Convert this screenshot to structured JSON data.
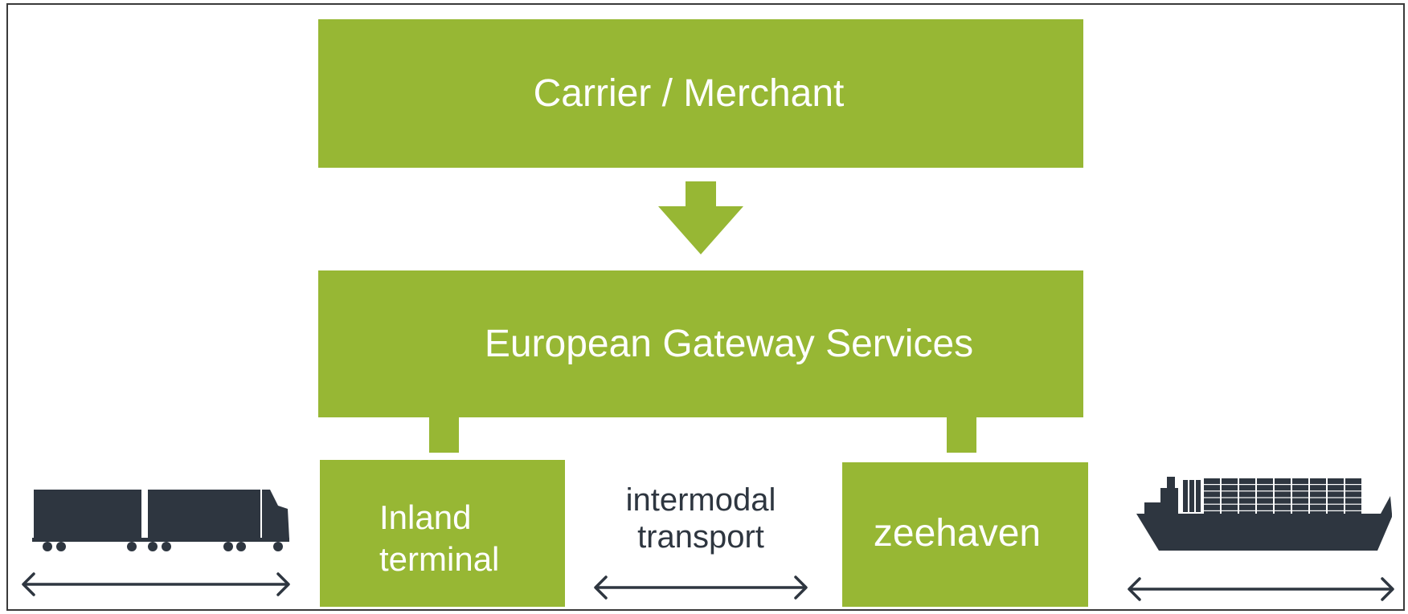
{
  "diagram": {
    "top_box": {
      "label": "Carrier / Merchant"
    },
    "middle_box": {
      "label": "European Gateway Services"
    },
    "inland_box": {
      "label_line1": "Inland",
      "label_line2": "terminal"
    },
    "middle_link": {
      "label_line1": "intermodal",
      "label_line2": "transport"
    },
    "seaport_box": {
      "label": "zeehaven"
    }
  },
  "colors": {
    "box_green": "#97b734",
    "text_on_green": "#ffffff",
    "icon_dark": "#2e3640",
    "frame_border": "#3a3a3a"
  },
  "icons": [
    "down-arrow-icon",
    "truck-icon",
    "container-ship-icon",
    "double-arrow-icon"
  ]
}
